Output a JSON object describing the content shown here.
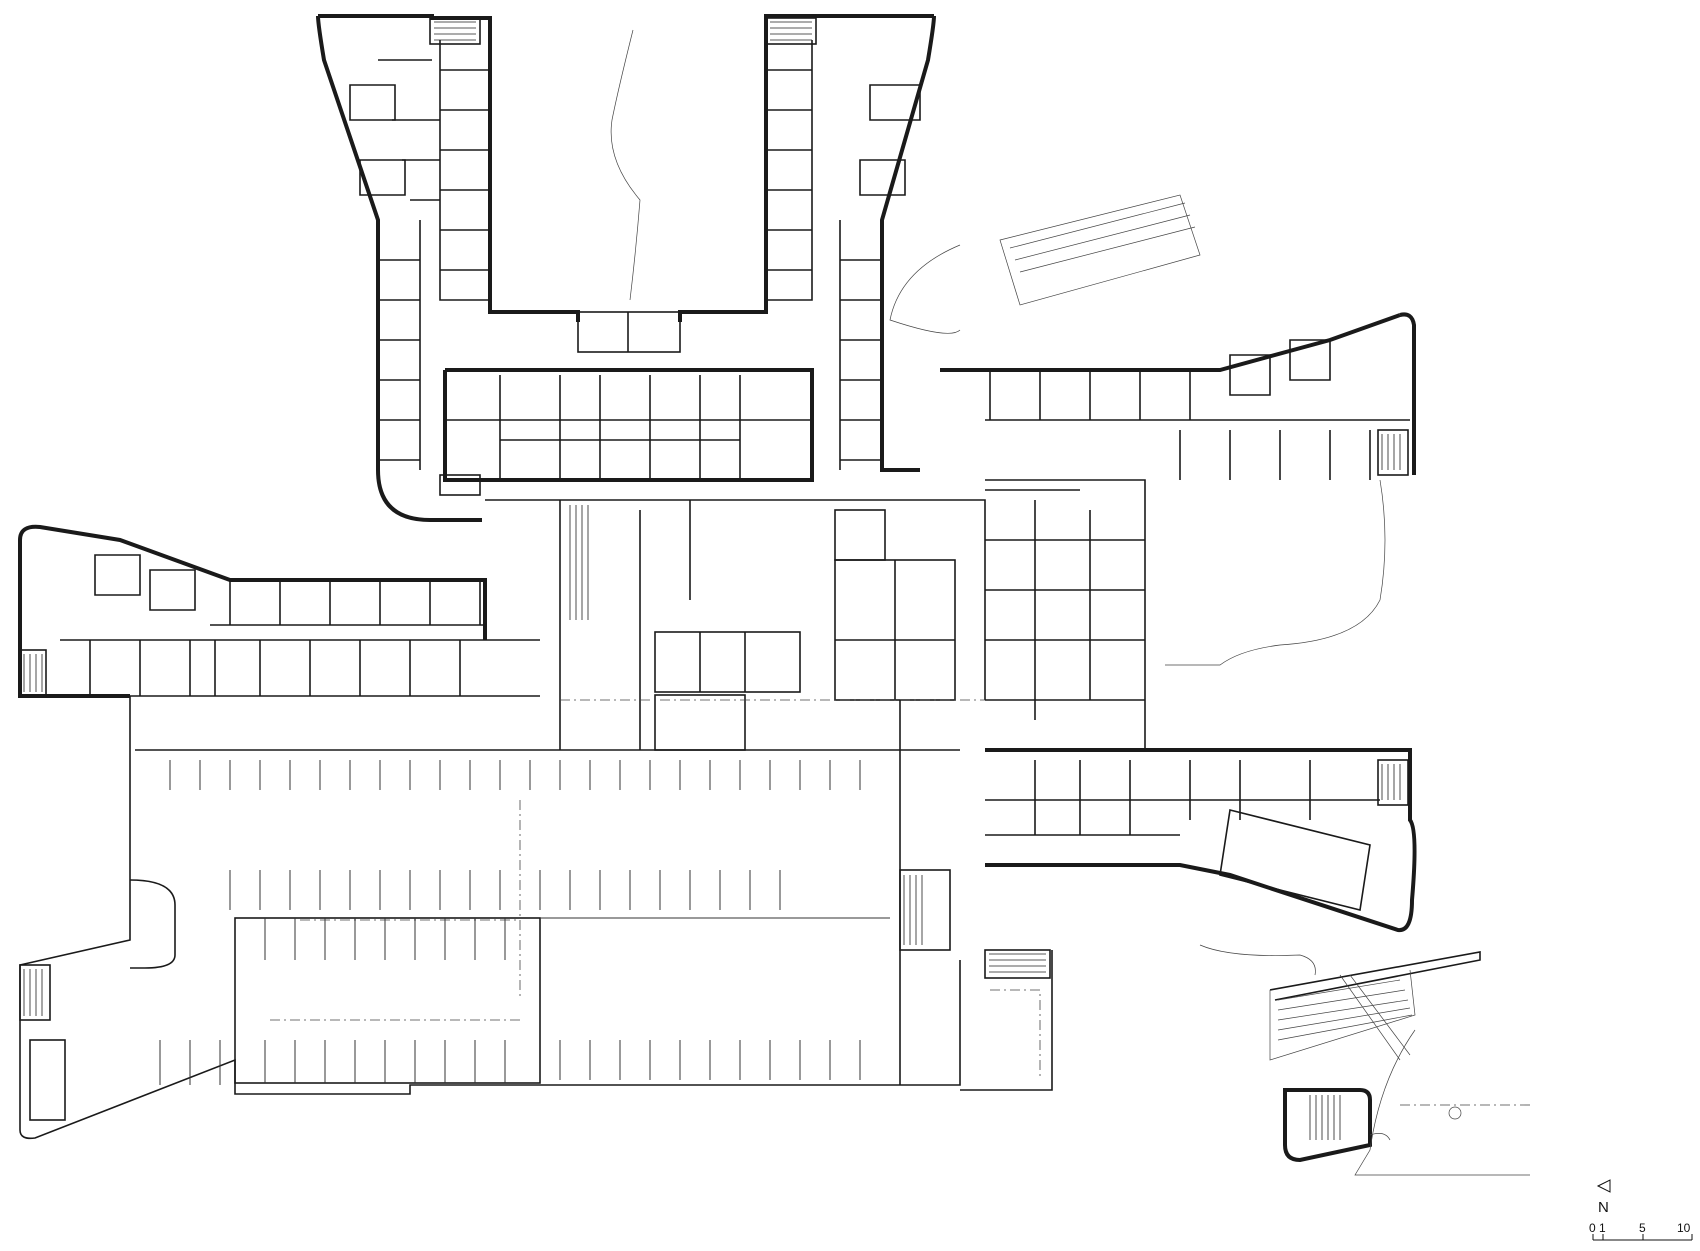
{
  "drawing": {
    "type": "architectural floor plan",
    "background": "#ffffff",
    "line_color": "#1a1a1a"
  },
  "north_arrow": {
    "label": "N",
    "icon": "triangle-north-arrow"
  },
  "scale_bar": {
    "labels": [
      "0",
      "1",
      "5",
      "10"
    ]
  }
}
